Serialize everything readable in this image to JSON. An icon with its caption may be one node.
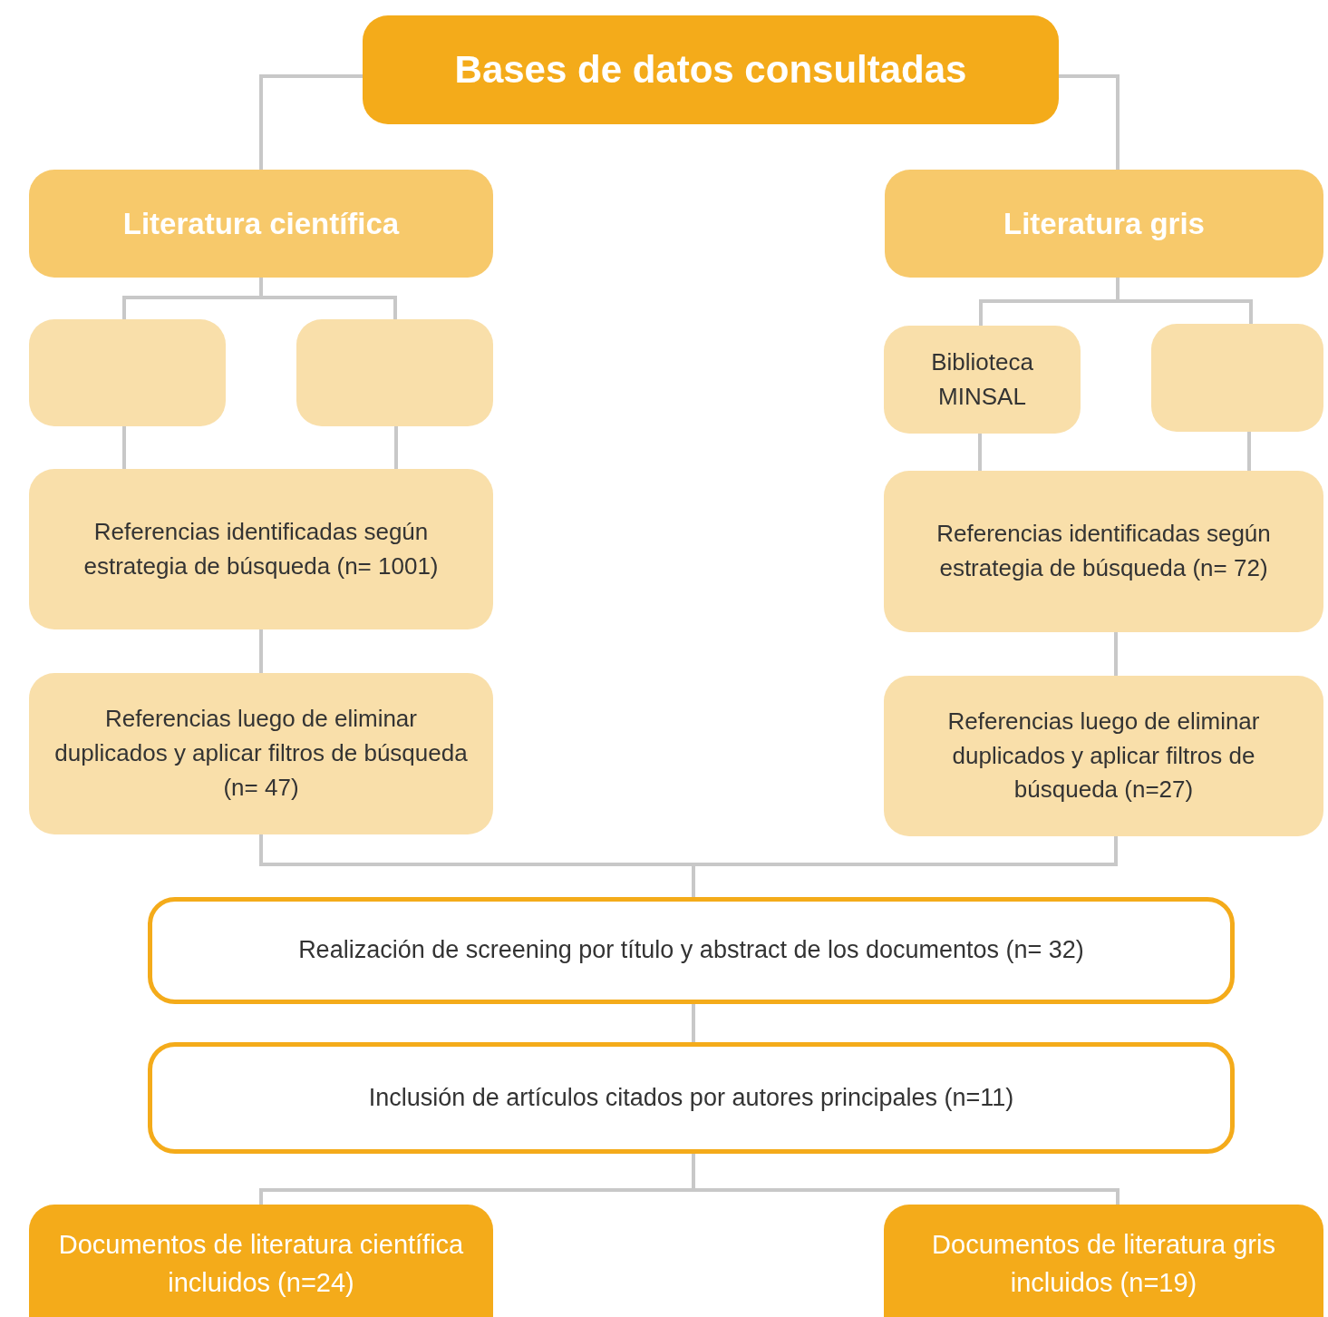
{
  "diagram": {
    "nodes": [
      {
        "text": [
          "Bases de datos consultadas"
        ]
      },
      {
        "text": [
          "Literatura científica"
        ]
      },
      {
        "text": [
          "Literatura gris"
        ]
      },
      {
        "text": [],
        "shape": "box"
      },
      {
        "text": [],
        "shape": "box"
      },
      {
        "text": [
          "Biblioteca MINSAL"
        ]
      },
      {
        "text": [],
        "shape": "box"
      },
      {
        "text": [
          "Referencias identificadas según estrategia de búsqueda (n= 1001)"
        ]
      },
      {
        "text": [
          "Referencias identificadas según estrategia de búsqueda (n= 72)"
        ]
      },
      {
        "text": [
          "Referencias luego de eliminar duplicados y aplicar filtros de búsqueda (n= 47)"
        ]
      },
      {
        "text": [
          "Referencias luego de eliminar duplicados y aplicar filtros de búsqueda (n=27)"
        ]
      },
      {
        "text": [
          "Realización de screening por título y abstract de los documentos (n= 32)"
        ]
      },
      {
        "text": [
          "Inclusión de artículos citados por autores principales (n=11)"
        ]
      },
      {
        "text": [
          "Documentos de literatura científica incluidos (n=24)"
        ]
      },
      {
        "text": [
          "Documentos de literatura gris incluidos (n=19)"
        ]
      }
    ],
    "edges": [
      {
        "from": 0,
        "to": 1,
        "arrow": "none"
      },
      {
        "from": 0,
        "to": 2,
        "arrow": "none"
      },
      {
        "from": 1,
        "to": 3,
        "arrow": "none"
      },
      {
        "from": 1,
        "to": 4,
        "arrow": "none"
      },
      {
        "from": 2,
        "to": 5,
        "arrow": "none"
      },
      {
        "from": 2,
        "to": 6,
        "arrow": "none"
      },
      {
        "from": 3,
        "to": 7,
        "arrow": "none"
      },
      {
        "from": 4,
        "to": 7,
        "arrow": "none"
      },
      {
        "from": 5,
        "to": 8,
        "arrow": "none"
      },
      {
        "from": 6,
        "to": 8,
        "arrow": "none"
      },
      {
        "from": 7,
        "to": 9,
        "arrow": "none"
      },
      {
        "from": 8,
        "to": 10,
        "arrow": "none"
      },
      {
        "from": 9,
        "to": 11,
        "arrow": "none"
      },
      {
        "from": 10,
        "to": 11,
        "arrow": "none"
      },
      {
        "from": 11,
        "to": 12,
        "arrow": "none"
      },
      {
        "from": 12,
        "to": 13,
        "arrow": "none"
      },
      {
        "from": 12,
        "to": 14,
        "arrow": "none"
      }
    ]
  }
}
